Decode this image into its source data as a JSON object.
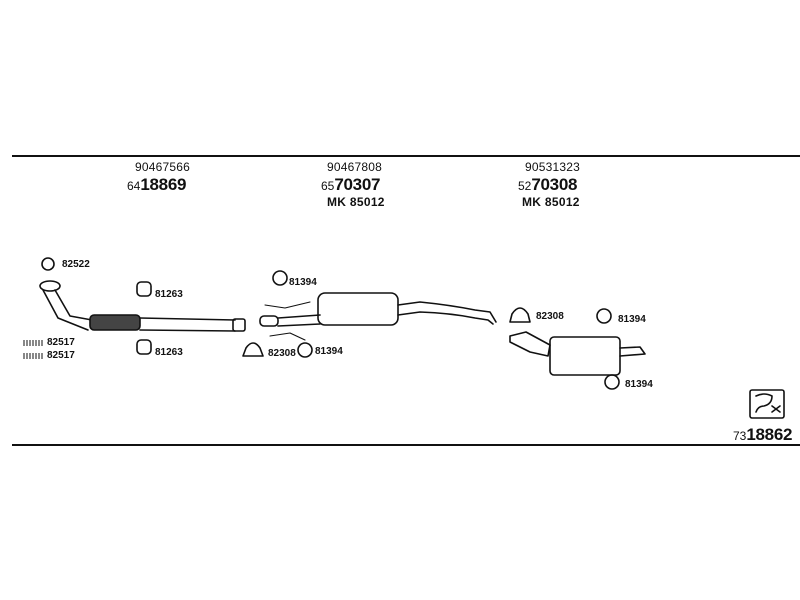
{
  "sections": [
    {
      "part_no": "90467566",
      "prefix": "64",
      "code": "18869",
      "mk": ""
    },
    {
      "part_no": "90467808",
      "prefix": "65",
      "code": "70307",
      "mk": "MK  85012"
    },
    {
      "part_no": "90531323",
      "prefix": "52",
      "code": "70308",
      "mk": "MK  85012"
    }
  ],
  "labels": {
    "l82522": "82522",
    "l81263a": "81263",
    "l81263b": "81263",
    "l82517a": "82517",
    "l82517b": "82517",
    "l81394a": "81394",
    "l82308a": "82308",
    "l81394b": "81394",
    "l82308b": "82308",
    "l81394c": "81394",
    "l81394d": "81394"
  },
  "catalog": {
    "prefix": "73",
    "code": "18862"
  }
}
